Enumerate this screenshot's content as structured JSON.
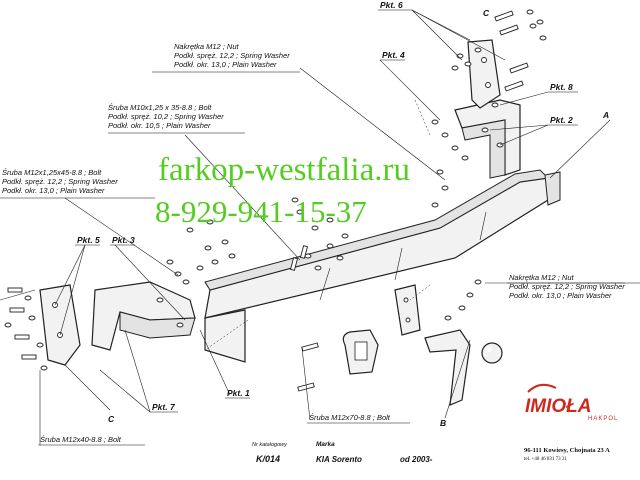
{
  "labels": {
    "pkt6": "Pkt. 6",
    "pkt4": "Pkt. 4",
    "pkt8": "Pkt. 8",
    "pkt2": "Pkt. 2",
    "pkt5": "Pkt. 5",
    "pkt3": "Pkt. 3",
    "pkt7": "Pkt. 7",
    "pkt1": "Pkt. 1",
    "letter_c_top": "C",
    "letter_c_bottom": "C",
    "letter_a": "A",
    "letter_b": "B"
  },
  "callouts": {
    "nut_top": [
      "Nakrętka  M12 ; Nut",
      "Podkł. spręż. 12,2 ; Spring Washer",
      "Podkł. okr. 13,0 ;  Plain Washer"
    ],
    "bolt_m10": [
      "Śruba M10x1,25 x 35-8.8 ; Bolt",
      "Podkł. spręż. 10,2 ; Spring Washer",
      "Podkł. okr. 10,5 ;  Plain Washer"
    ],
    "bolt_m12_left": [
      "Śruba M12x1,25x45-8.8 ;  Bolt",
      "Podkł. spręż. 12,2 ; Spring Washer",
      "Podkł. okr. 13,0 ;  Plain Washer"
    ],
    "nut_right": [
      "Nakrętka  M12 ; Nut",
      "Podkł. spręż. 12,2 ; Spring Washer",
      "Podkł. okr. 13,0 ;  Plain Washer"
    ],
    "bolt_m12x70": "Śruba M12x70-8.8 ;  Bolt",
    "bolt_m12x40": "Śruba M12x40-8.8 ;  Bolt"
  },
  "watermark": {
    "site": "farkop-westfalia.ru",
    "phone": "8-929-941-15-37"
  },
  "title_block": {
    "catalog_header": "Nr katalogowy",
    "catalog_number": "K/014",
    "make_header": "Marka",
    "make_value": "KIA Sorento",
    "year": "od 2003-"
  },
  "logo": {
    "name": "IMIOŁA",
    "sub": "HAKPOL",
    "address": "96-111 Kowiesy, Chojnata 23 A",
    "phone": "tel. +48 46 831 73 31"
  },
  "colors": {
    "watermark": "#55cc22",
    "logo": "#cc2a1e"
  }
}
